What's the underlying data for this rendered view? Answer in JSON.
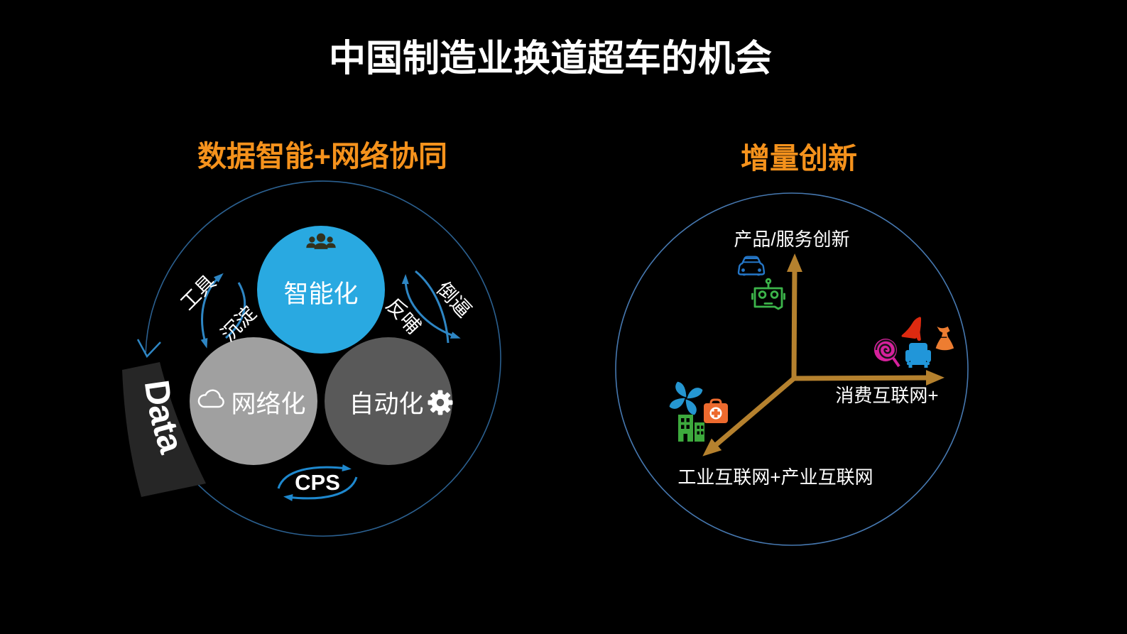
{
  "title": "中国制造业换道超车的机会",
  "left_panel": {
    "heading": "数据智能+网络协同",
    "circle_top": "智能化",
    "circle_left": "网络化",
    "circle_right": "自动化",
    "arrow_label_tool": "工具",
    "arrow_label_settle": "沉淀",
    "arrow_label_feed": "反哺",
    "arrow_label_force": "倒逼",
    "cps_label": "CPS",
    "data_banner": "Data",
    "icons": [
      "people-icon",
      "cloud-icon",
      "gear-icon"
    ],
    "colors": {
      "circle_top": "#29A9E1",
      "circle_left": "#A0A0A0",
      "circle_right": "#595959",
      "arrow": "#2E86C4",
      "ring": "#2B6090",
      "banner": "#262626"
    }
  },
  "right_panel": {
    "heading": "增量创新",
    "axis_up": "产品/服务创新",
    "axis_right": "消费互联网+",
    "axis_down": "工业互联网+产业互联网",
    "icons": [
      "car-icon",
      "robot-icon",
      "lollipop-icon",
      "high-heel-icon",
      "armchair-icon",
      "dress-icon",
      "pinwheel-icon",
      "first-aid-kit-icon",
      "buildings-icon"
    ],
    "colors": {
      "axis": "#B5812E",
      "ring": "#4678B0"
    }
  },
  "colors": {
    "background": "#000000",
    "title": "#FFFFFF",
    "heading": "#F5921C"
  }
}
